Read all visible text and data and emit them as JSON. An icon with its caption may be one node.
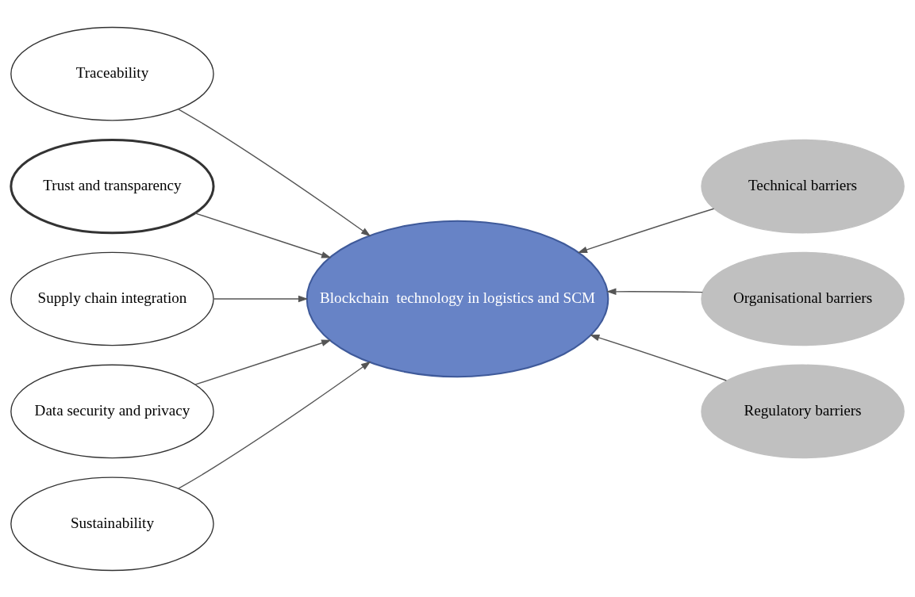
{
  "diagram": {
    "nodes": [
      {
        "text": [
          "Traceability"
        ]
      },
      {
        "text": [
          "Trust and transparency"
        ]
      },
      {
        "text": [
          "Supply chain integration"
        ]
      },
      {
        "text": [
          "Data security and privacy"
        ]
      },
      {
        "text": [
          "Sustainability"
        ]
      },
      {
        "text": [
          "Blockchain  technology in logistics and SCM"
        ]
      },
      {
        "text": [
          "Technical barriers"
        ]
      },
      {
        "text": [
          "Organisational barriers"
        ]
      },
      {
        "text": [
          "Regulatory barriers"
        ]
      }
    ],
    "edges": [
      {
        "from": 0,
        "to": 5,
        "arrow": "to"
      },
      {
        "from": 1,
        "to": 5,
        "arrow": "to"
      },
      {
        "from": 2,
        "to": 5,
        "arrow": "to"
      },
      {
        "from": 3,
        "to": 5,
        "arrow": "to"
      },
      {
        "from": 4,
        "to": 5,
        "arrow": "to"
      },
      {
        "from": 6,
        "to": 5,
        "arrow": "to"
      },
      {
        "from": 7,
        "to": 5,
        "arrow": "to"
      },
      {
        "from": 8,
        "to": 5,
        "arrow": "to"
      }
    ]
  }
}
